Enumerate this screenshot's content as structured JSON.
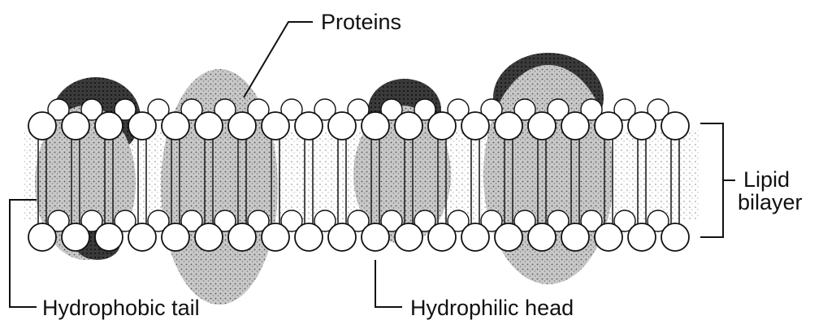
{
  "labels": {
    "proteins": "Proteins",
    "lipid_bilayer_line1": "Lipid",
    "lipid_bilayer_line2": "bilayer",
    "hydrophobic_tail": "Hydrophobic tail",
    "hydrophilic_head": "Hydrophilic head"
  },
  "colors": {
    "ink": "#111111",
    "protein_fill": "#bdbdbd",
    "protein_dark": "#2e2e2e",
    "head_fill": "#ffffff",
    "background": "#ffffff"
  }
}
